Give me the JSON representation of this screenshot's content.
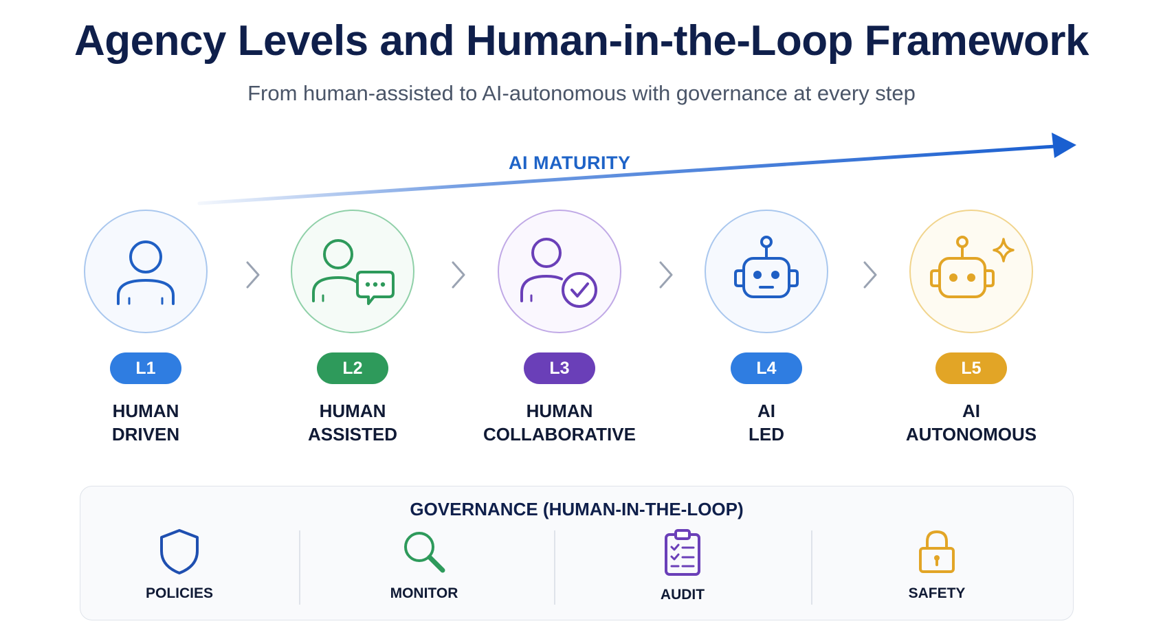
{
  "title": "Agency Levels and Human-in-the-Loop Framework",
  "subtitle": "From human-assisted to AI-autonomous with governance at every step",
  "maturity_label": "AI MATURITY",
  "colors": {
    "blue": "#2f7de1",
    "green": "#2e9a5b",
    "purple": "#6a3fb8",
    "blue2": "#2f7de1",
    "gold": "#e2a526",
    "navy": "#0f1f4b",
    "arrow": "#1a5fd0"
  },
  "levels": [
    {
      "badge": "L1",
      "line1": "HUMAN",
      "line2": "DRIVEN",
      "icon": "person-icon"
    },
    {
      "badge": "L2",
      "line1": "HUMAN",
      "line2": "ASSISTED",
      "icon": "person-chat-icon"
    },
    {
      "badge": "L3",
      "line1": "HUMAN",
      "line2": "COLLABORATIVE",
      "icon": "person-check-icon"
    },
    {
      "badge": "L4",
      "line1": "AI",
      "line2": "LED",
      "icon": "robot-icon"
    },
    {
      "badge": "L5",
      "line1": "AI",
      "line2": "AUTONOMOUS",
      "icon": "robot-sparkle-icon"
    }
  ],
  "governance": {
    "title": "GOVERNANCE (HUMAN-IN-THE-LOOP)",
    "items": [
      {
        "label": "POLICIES",
        "icon": "shield-icon"
      },
      {
        "label": "MONITOR",
        "icon": "magnifier-icon"
      },
      {
        "label": "AUDIT",
        "icon": "clipboard-checklist-icon"
      },
      {
        "label": "SAFETY",
        "icon": "padlock-icon"
      }
    ]
  }
}
